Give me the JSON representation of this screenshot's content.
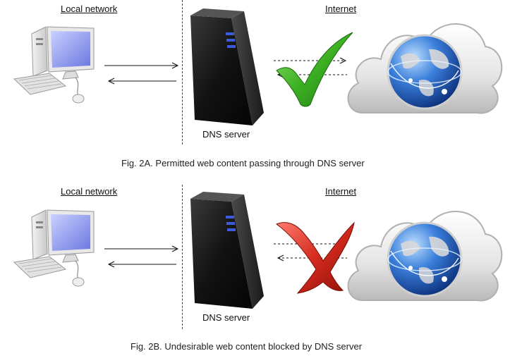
{
  "panels": [
    {
      "local_label": "Local network",
      "internet_label": "Internet",
      "server_label": "DNS server",
      "caption": "Fig. 2A. Permitted web content passing through DNS server",
      "status": "permitted"
    },
    {
      "local_label": "Local network",
      "internet_label": "Internet",
      "server_label": "DNS server",
      "caption": "Fig. 2B. Undesirable web content blocked by DNS server",
      "status": "blocked"
    }
  ],
  "icons": {
    "computer": "computer-icon",
    "server": "server-icon",
    "cloud": "cloud-icon",
    "globe": "globe-icon",
    "permit": "check-mark-icon",
    "block": "cross-mark-icon"
  },
  "colors": {
    "check_green": "#3cb023",
    "cross_red": "#d42a1e",
    "globe_blue": "#1e5fbf",
    "server_dark": "#1a1a1a",
    "server_led": "#3b5bd8"
  }
}
